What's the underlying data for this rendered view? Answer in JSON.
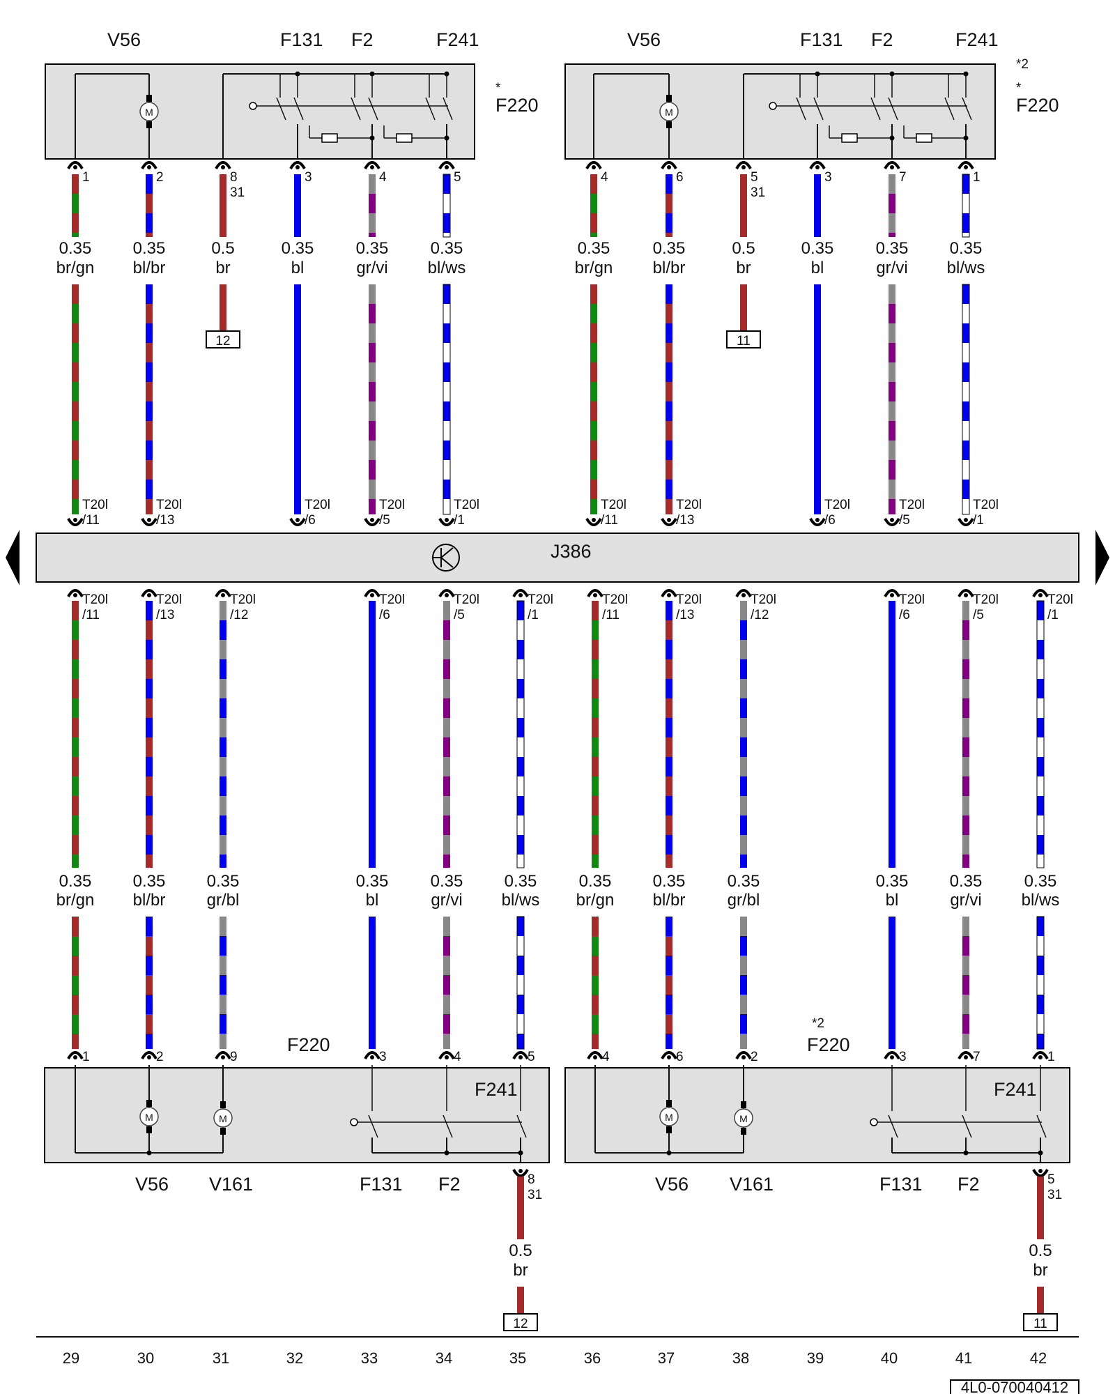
{
  "diagram_id": "4L0-070040412",
  "colors": {
    "br": "#a52a2a",
    "gn": "#118811",
    "bl": "#0000ee",
    "ws": "#ffffff",
    "gr": "#888888",
    "vi": "#800080",
    "box_fill": "#e0e0e0"
  },
  "center_unit": {
    "label": "J386",
    "icon": "transistor-icon",
    "nav_left": "arrow-left-icon",
    "nav_right": "arrow-right-icon"
  },
  "column_numbers": [
    "29",
    "30",
    "31",
    "32",
    "33",
    "34",
    "35",
    "36",
    "37",
    "38",
    "39",
    "40",
    "41",
    "42"
  ],
  "top_groups": [
    {
      "component_labels": [
        "V56",
        "F131",
        "F2",
        "F241"
      ],
      "side_label": "F220",
      "side_star": "*",
      "side_note": "",
      "wires": [
        {
          "pin": "1",
          "gauge": "0.35",
          "color_code": "br/gn",
          "conn_top": "T20l",
          "conn_bottom": "/11"
        },
        {
          "pin": "2",
          "gauge": "0.35",
          "color_code": "bl/br",
          "conn_top": "T20l",
          "conn_bottom": "/13"
        },
        {
          "pin": "8",
          "pin2": "31",
          "gauge": "0.5",
          "color_code": "br",
          "ground": "12"
        },
        {
          "pin": "3",
          "gauge": "0.35",
          "color_code": "bl",
          "conn_top": "T20l",
          "conn_bottom": "/6"
        },
        {
          "pin": "4",
          "gauge": "0.35",
          "color_code": "gr/vi",
          "conn_top": "T20l",
          "conn_bottom": "/5"
        },
        {
          "pin": "5",
          "gauge": "0.35",
          "color_code": "bl/ws",
          "conn_top": "T20l",
          "conn_bottom": "/1"
        }
      ]
    },
    {
      "component_labels": [
        "V56",
        "F131",
        "F2",
        "F241"
      ],
      "side_label": "F220",
      "side_star": "*",
      "side_note": "*2",
      "wires": [
        {
          "pin": "4",
          "gauge": "0.35",
          "color_code": "br/gn",
          "conn_top": "T20l",
          "conn_bottom": "/11"
        },
        {
          "pin": "6",
          "gauge": "0.35",
          "color_code": "bl/br",
          "conn_top": "T20l",
          "conn_bottom": "/13"
        },
        {
          "pin": "5",
          "pin2": "31",
          "gauge": "0.5",
          "color_code": "br",
          "ground": "11"
        },
        {
          "pin": "3",
          "gauge": "0.35",
          "color_code": "bl",
          "conn_top": "T20l",
          "conn_bottom": "/6"
        },
        {
          "pin": "7",
          "gauge": "0.35",
          "color_code": "gr/vi",
          "conn_top": "T20l",
          "conn_bottom": "/5"
        },
        {
          "pin": "1",
          "gauge": "0.35",
          "color_code": "bl/ws",
          "conn_top": "T20l",
          "conn_bottom": "/1"
        }
      ]
    }
  ],
  "bottom_groups": [
    {
      "component_label": "F220",
      "component_note": "",
      "switch_label": "F241",
      "bottom_labels": [
        "V56",
        "V161",
        "F131",
        "F2"
      ],
      "wires": [
        {
          "pin": "1",
          "gauge": "0.35",
          "color_code": "br/gn",
          "conn_top": "T20l",
          "conn_bottom": "/11"
        },
        {
          "pin": "2",
          "gauge": "0.35",
          "color_code": "bl/br",
          "conn_top": "T20l",
          "conn_bottom": "/13"
        },
        {
          "pin": "9",
          "gauge": "0.35",
          "color_code": "gr/bl",
          "conn_top": "T20l",
          "conn_bottom": "/12"
        },
        {
          "pin": "3",
          "gauge": "0.35",
          "color_code": "bl",
          "conn_top": "T20l",
          "conn_bottom": "/6"
        },
        {
          "pin": "4",
          "gauge": "0.35",
          "color_code": "gr/vi",
          "conn_top": "T20l",
          "conn_bottom": "/5"
        },
        {
          "pin": "5",
          "gauge": "0.35",
          "color_code": "bl/ws",
          "conn_top": "T20l",
          "conn_bottom": "/1"
        }
      ],
      "ground_wire": {
        "pin": "8",
        "pin2": "31",
        "gauge": "0.5",
        "color_code": "br",
        "ground": "12"
      }
    },
    {
      "component_label": "F220",
      "component_note": "*2",
      "switch_label": "F241",
      "bottom_labels": [
        "V56",
        "V161",
        "F131",
        "F2"
      ],
      "wires": [
        {
          "pin": "4",
          "gauge": "0.35",
          "color_code": "br/gn",
          "conn_top": "T20l",
          "conn_bottom": "/11"
        },
        {
          "pin": "6",
          "gauge": "0.35",
          "color_code": "bl/br",
          "conn_top": "T20l",
          "conn_bottom": "/13"
        },
        {
          "pin": "2",
          "gauge": "0.35",
          "color_code": "gr/bl",
          "conn_top": "T20l",
          "conn_bottom": "/12"
        },
        {
          "pin": "3",
          "gauge": "0.35",
          "color_code": "bl",
          "conn_top": "T20l",
          "conn_bottom": "/6"
        },
        {
          "pin": "7",
          "gauge": "0.35",
          "color_code": "gr/vi",
          "conn_top": "T20l",
          "conn_bottom": "/5"
        },
        {
          "pin": "1",
          "gauge": "0.35",
          "color_code": "bl/ws",
          "conn_top": "T20l",
          "conn_bottom": "/1"
        }
      ],
      "ground_wire": {
        "pin": "5",
        "pin2": "31",
        "gauge": "0.5",
        "color_code": "br",
        "ground": "11"
      }
    }
  ]
}
